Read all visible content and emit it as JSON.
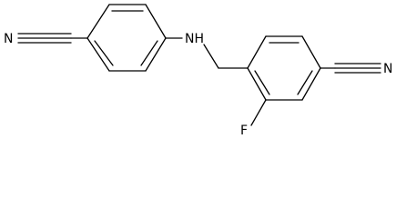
{
  "molecule": {
    "atoms": {
      "nitrogen_left": "N",
      "amine": "NH",
      "fluorine": "F",
      "nitrogen_right": "N"
    }
  },
  "colors": {
    "bond": "#000000",
    "label": "#000000",
    "background": "#ffffff"
  }
}
